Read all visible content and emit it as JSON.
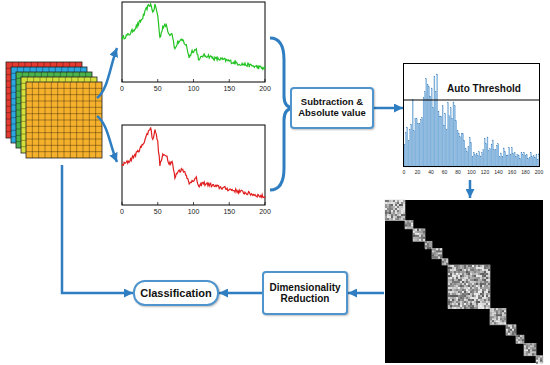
{
  "diagram": {
    "nodes": [
      {
        "text": [
          "Subtraction & Absolute value"
        ]
      },
      {
        "text": [
          "Auto Threshold"
        ]
      },
      {
        "text": [
          "Dimensionality Reduction"
        ]
      },
      {
        "text": [
          "Classification"
        ]
      }
    ],
    "edges": [
      {
        "from": 0,
        "to": 1,
        "arrow": "to"
      },
      {
        "from": 2,
        "to": 3,
        "arrow": "to"
      }
    ],
    "labels": [
      "0",
      "50",
      "100",
      "150",
      "200",
      "0",
      "50",
      "100",
      "150",
      "200",
      "0",
      "20",
      "40",
      "60",
      "80",
      "100",
      "120",
      "140",
      "160",
      "180",
      "200"
    ]
  }
}
